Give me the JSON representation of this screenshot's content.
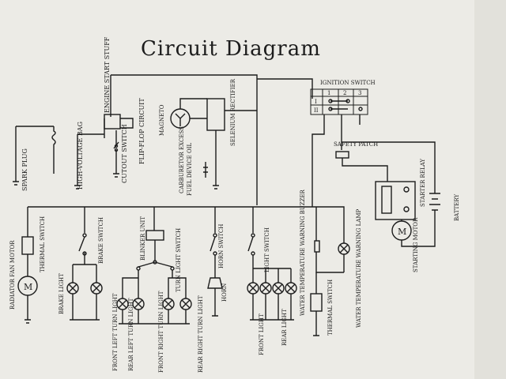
{
  "title": "Circuit Diagram",
  "labels": {
    "spark_plug": "SPARK PLUG",
    "high_voltage_bag": "HIGH-VOLTAGE BAG",
    "engine_start_stuff": "ENGINE START STUFF",
    "cutout_switch": "CUTOUT SWITCH",
    "flip_flop_circuit": "FLIP-FLOP CIRCUIT",
    "magneto": "MAGNETO",
    "carburetor_excess": "CARBURETOR EXCESS",
    "fuel_device_oil": "FUEL DEVICE OIL",
    "selenium_rectifier": "SELENIUM RECTIFIER",
    "ignition_switch": "IGNITION SWITCH",
    "safety_patch": "SAFETY PATCH",
    "starter_relay": "STARTER RELAY",
    "starting_motor": "STARTING MOTOR",
    "battery": "BATTERY",
    "radiator_fan_motor": "RADIATOR FAN MOTOR",
    "thermal_switch_left": "THERMAL SWITCH",
    "brake_switch": "BRAKE SWITCH",
    "brake_light": "BRAKE LIGHT",
    "blinker_unit": "BLINKER UNIT",
    "turn_light_switch": "TURN LIGHT SWITCH",
    "front_left_turn_light": "FRONT LEFT TURN LIGHT",
    "rear_left_turn_light": "REAR LEFT TURN LIGHT",
    "front_right_turn_light": "FRONT RIGHT TURN LIGHT",
    "rear_right_turn_light": "REAR RIGHT TURN LIGHT",
    "horn_switch": "HORN SWITCH",
    "horn": "HORN",
    "light_switch": "LIGHT SWITCH",
    "front_light": "FRONT LIGHT",
    "rear_light": "REAR LIGHT",
    "water_temperature_warning_buzzer": "WATER TEMPERATURE WARNING BUZZER",
    "water_temperature_warning_lamp": "WATER TEMPERATURE WARNING LAMP",
    "thermal_switch_right": "THERMAL SWITCH"
  },
  "ignition_table": {
    "header": [
      "",
      "1",
      "2",
      "3"
    ],
    "rows": [
      "I",
      "II"
    ]
  },
  "motor_symbol": "M"
}
